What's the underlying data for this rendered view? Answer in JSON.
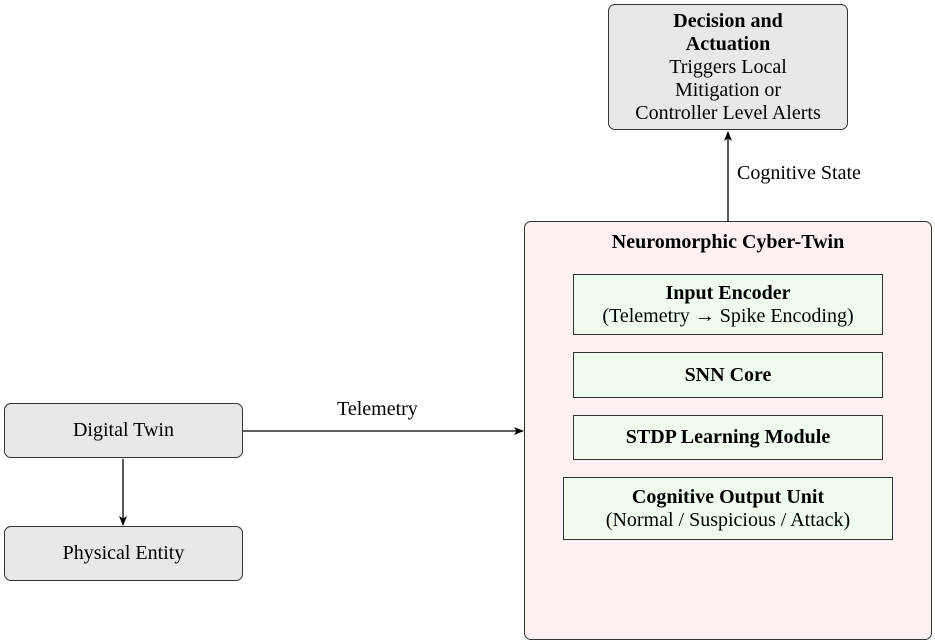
{
  "nodes": {
    "decision": {
      "title": "Decision and",
      "title2": "Actuation",
      "line1": "Triggers Local",
      "line2": "Mitigation or",
      "line3": "Controller Level Alerts"
    },
    "container": {
      "title": "Neuromorphic Cyber-Twin"
    },
    "input_encoder": {
      "title": "Input Encoder",
      "subtitle": "(Telemetry → Spike Encoding)"
    },
    "snn_core": {
      "title": "SNN Core"
    },
    "stdp": {
      "title": "STDP Learning Module"
    },
    "cognitive_output": {
      "title": "Cognitive Output Unit",
      "subtitle": "(Normal / Suspicious / Attack)"
    },
    "digital_twin": {
      "title": "Digital Twin"
    },
    "physical_entity": {
      "title": "Physical Entity"
    }
  },
  "edges": {
    "telemetry_label": "Telemetry",
    "cognitive_state_label": "Cognitive State"
  },
  "colors": {
    "gray_fill": "#e8e8e8",
    "container_fill": "#fdf0f0",
    "module_fill": "#f0fbf0",
    "stroke": "#333333"
  }
}
